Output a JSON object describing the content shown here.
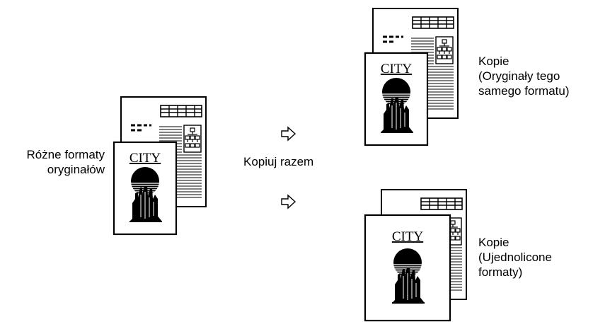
{
  "left_label": {
    "line1": "Różne formaty",
    "line2": "oryginałów"
  },
  "center_label": "Kopiuj razem",
  "top_right_label": {
    "line1": "Kopie",
    "line2": "(Oryginały tego",
    "line3": "samego formatu)"
  },
  "bottom_right_label": {
    "line1": "Kopie",
    "line2": "(Ujednolicone",
    "line3": "formaty)"
  },
  "page_text": "CITY",
  "icons": [
    "document-icon",
    "city-page-icon",
    "arrow-right-icon"
  ]
}
